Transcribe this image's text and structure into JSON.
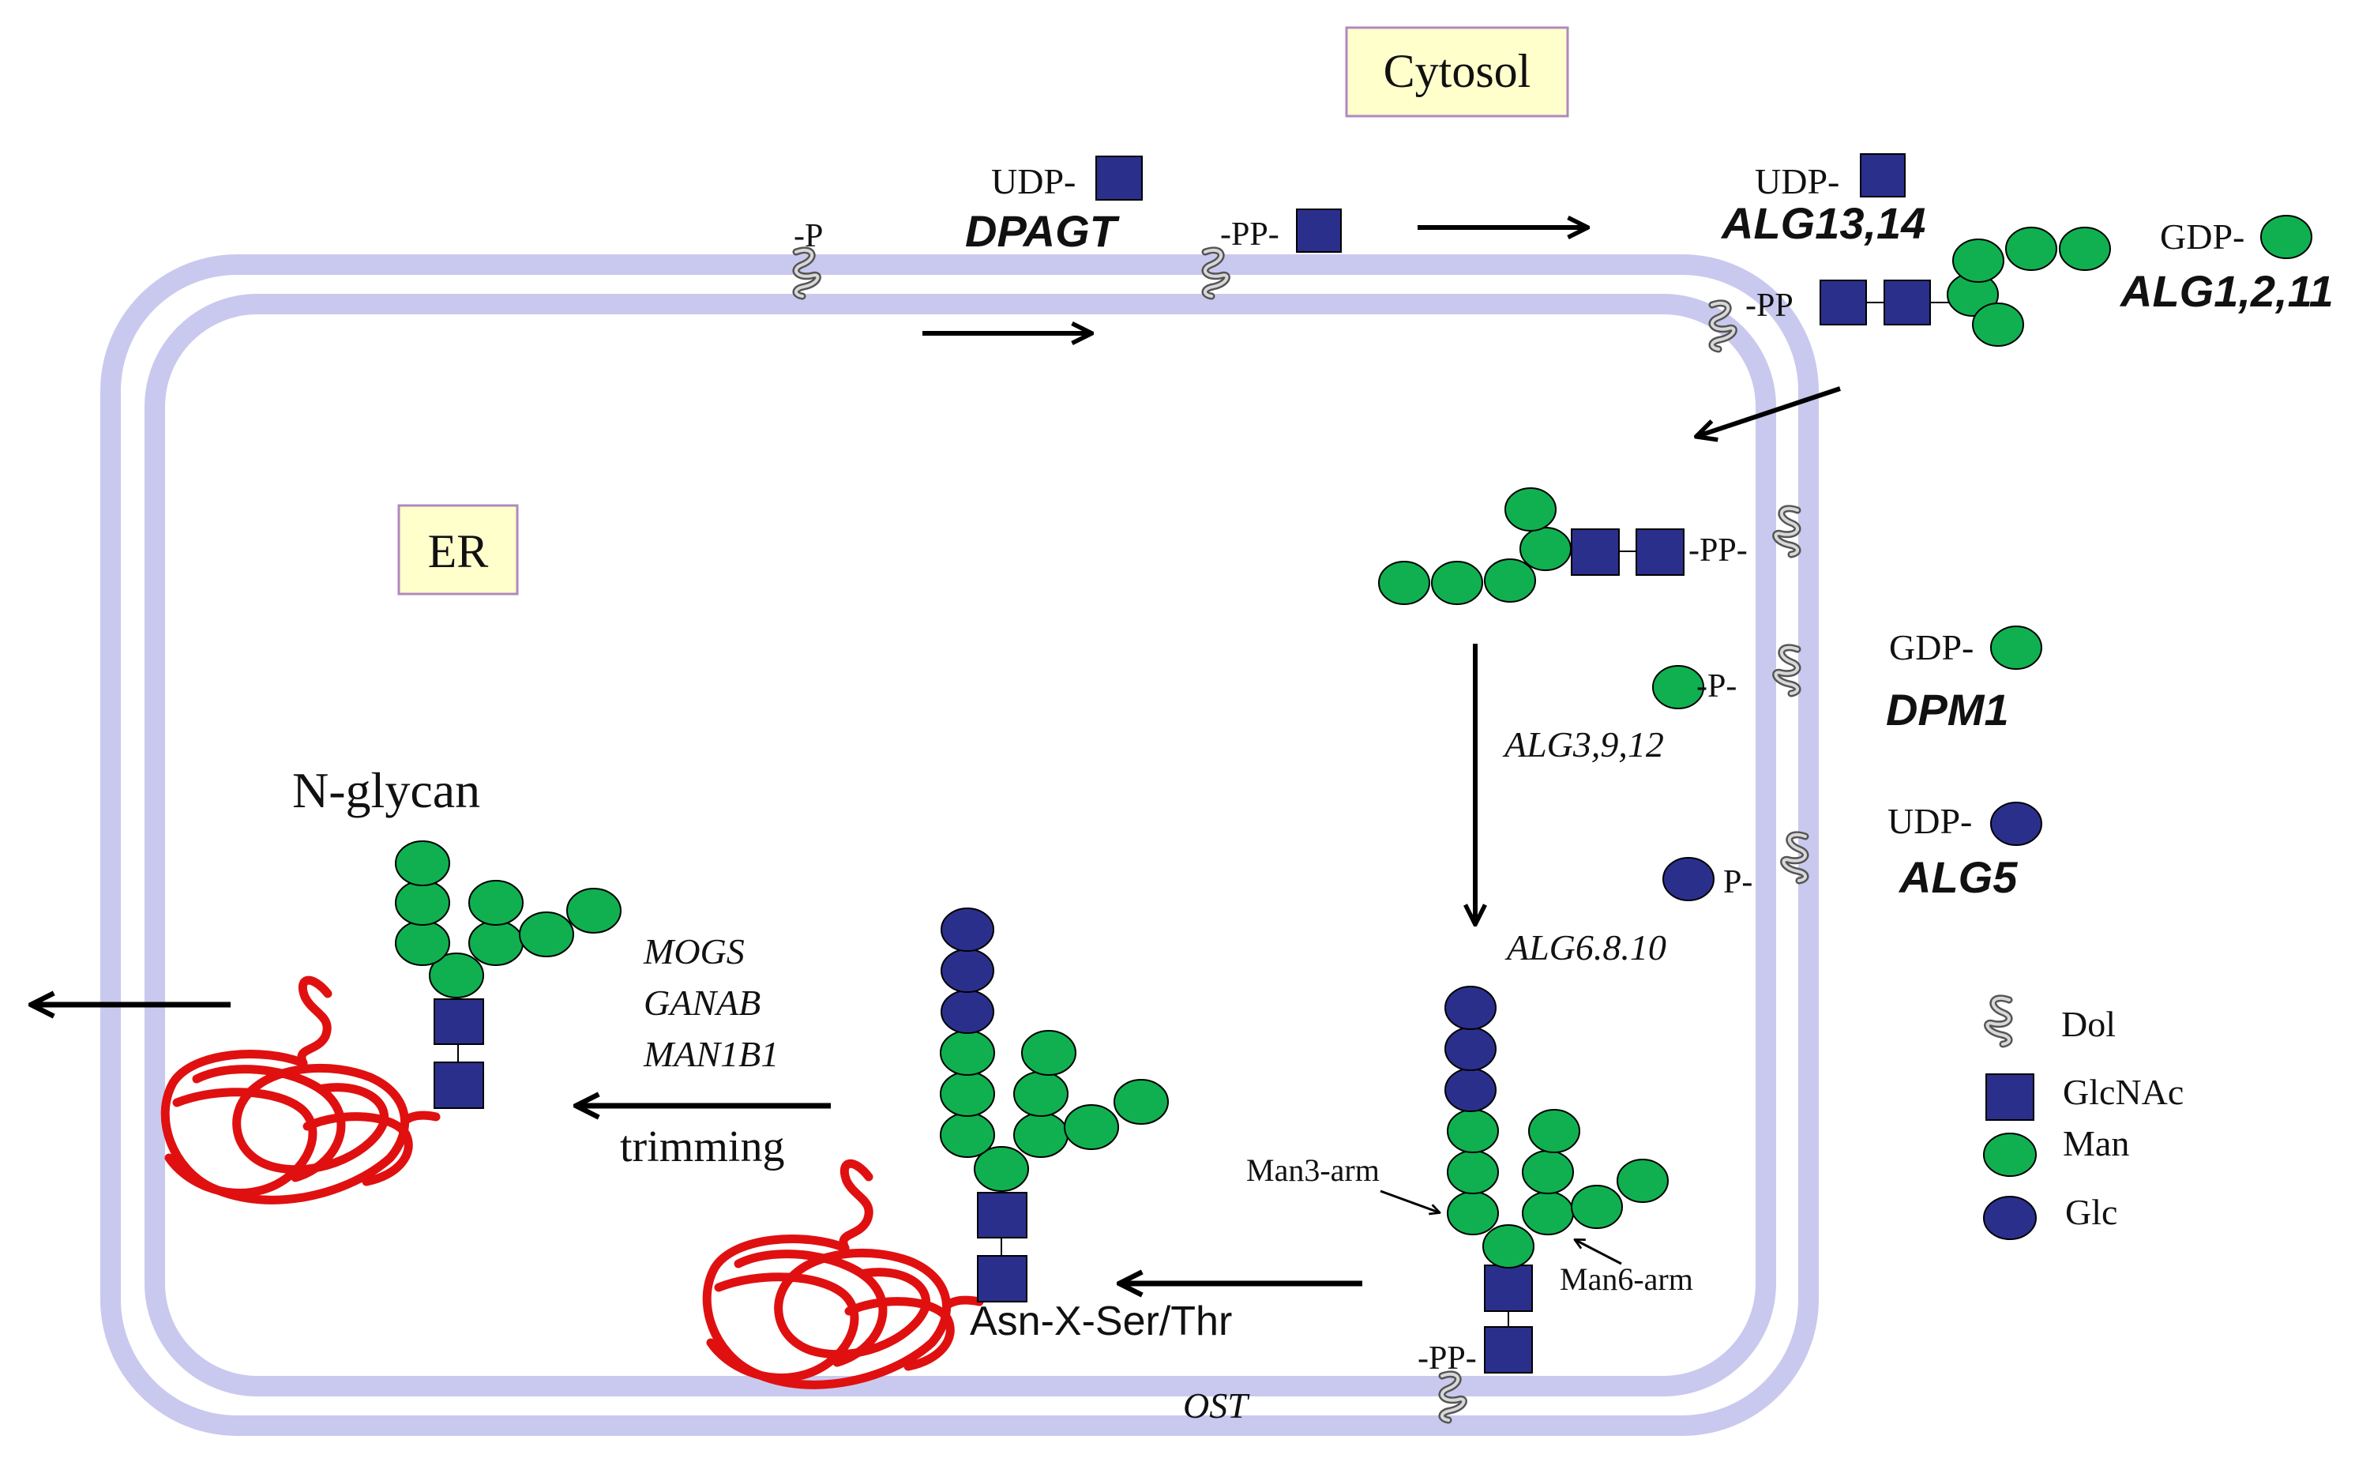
{
  "compartments": {
    "cytosol": "Cytosol",
    "er": "ER"
  },
  "donors": {
    "udp": "UDP-",
    "gdp": "GDP-"
  },
  "linkers": {
    "p": "-P",
    "pp": "-PP-",
    "pp_end": "-PP",
    "p_right": "-P-",
    "p_only": "P-"
  },
  "enzymes": {
    "dpagt": "DPAGT",
    "alg13_14": "ALG13,14",
    "alg1_2_11": "ALG1,2,11",
    "dpm1": "DPM1",
    "alg5": "ALG5",
    "alg3_9_12": "ALG3,9,12",
    "alg6_8_10": "ALG6.8.10",
    "ost": "OST",
    "mogs": "MOGS",
    "ganab": "GANAB",
    "man1b1": "MAN1B1"
  },
  "labels": {
    "n_glycan": "N-glycan",
    "trimming": "trimming",
    "sequon": "Asn-X-Ser/Thr",
    "man3_arm": "Man3-arm",
    "man6_arm": "Man6-arm"
  },
  "legend": {
    "dol": "Dol",
    "glcnac": "GlcNAc",
    "man": "Man",
    "glc": "Glc"
  },
  "colors": {
    "membrane": "#c9c9ef",
    "glcnac": "#2b2f8c",
    "man": "#10b050",
    "glc": "#2b2f8c",
    "protein": "#e01010",
    "label_box": "#ffffcc",
    "label_box_border": "#b088c0"
  }
}
